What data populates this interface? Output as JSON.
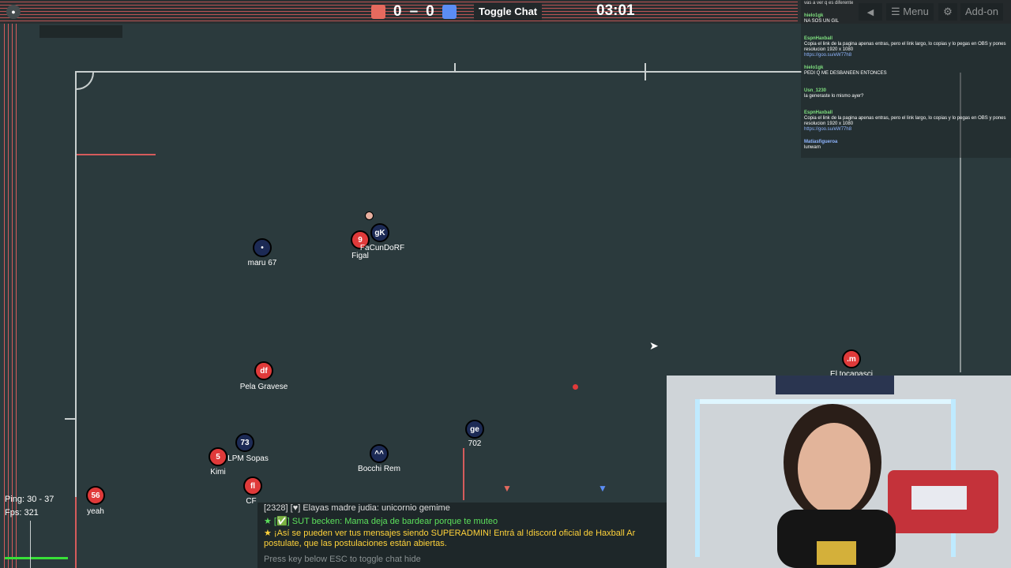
{
  "top_bar": {
    "score_red": "0",
    "score_separator": "–",
    "score_blue": "0",
    "toggle_chat": "Toggle Chat",
    "timer": "03:01",
    "menu": "Menu",
    "addon": "Add-on",
    "colors": {
      "red": "#e56a5e",
      "blue": "#5b8df5"
    }
  },
  "players": [
    {
      "badge": "•",
      "name": "maru 67",
      "team": "blue"
    },
    {
      "badge": "9",
      "name": "Figal",
      "team": "red"
    },
    {
      "badge": "gK",
      "name": "FaCunDoRF",
      "team": "blue"
    },
    {
      "badge": "df",
      "name": "Pela Gravese",
      "team": "red"
    },
    {
      "badge": ".m",
      "name": "El tocapasci",
      "team": "red"
    },
    {
      "badge": "73",
      "name": "LPM Sopas",
      "team": "blue"
    },
    {
      "badge": "5",
      "name": "Kimi",
      "team": "red"
    },
    {
      "badge": "^^",
      "name": "Bocchi Rem",
      "team": "blue"
    },
    {
      "badge": "ge",
      "name": "702",
      "team": "blue"
    },
    {
      "badge": "fl",
      "name": "CF",
      "team": "red"
    },
    {
      "badge": "56",
      "name": "yeah",
      "team": "red"
    }
  ],
  "stats": {
    "ping": "Ping: 30 - 37",
    "fps": "Fps: 321"
  },
  "right_chat": [
    {
      "user": "",
      "text": "vas a ver q es diferente"
    },
    {
      "user": "hielo1gk",
      "text": "NA SOS UN GIL"
    },
    {
      "user": "EspnHaxball",
      "text": "Copia el link de la pagina apenas entras, pero el link largo, lo copias y lo pegas en OBS y pones resolucion 1920 x 1080",
      "link": "https://goo.su/eW77h8"
    },
    {
      "user": "hielo1gk",
      "text": "PEDI Q ME DESBANEEN ENTONCES"
    },
    {
      "user": "Usn_1230",
      "text": "la generaste lo mismo ayer?"
    },
    {
      "user": "EspnHaxball",
      "text": "Copia el link de la pagina apenas entras, pero el link largo, lo copias y lo pegas en OBS y pones resolucion 1920 x 1080",
      "link": "https://goo.su/eW77h8"
    },
    {
      "user": "Matiasfigueroa",
      "text": "lunwarn"
    }
  ],
  "bottom_chat": {
    "line1": "[2328] [♥] Elayas madre judia: unicornio gemime",
    "line2": "★ [✅] SUT becken: Mama deja de bardear porque te muteo",
    "line3": "★ ¡Así se pueden ver tus mensajes siendo SUPERADMIN! Entrá al !discord oficial de Haxball Ar",
    "line4": "postulate, que las postulaciones están abiertas.",
    "hint": "Press key below ESC to toggle chat hide"
  }
}
